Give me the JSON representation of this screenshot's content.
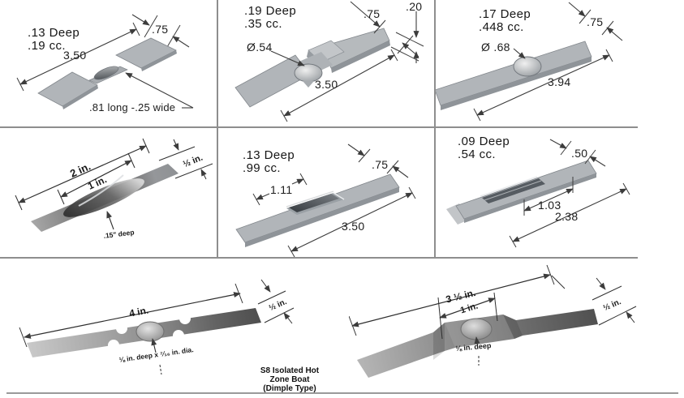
{
  "colors": {
    "grid": "#8e8e8e",
    "dim_line": "#3c3c3c",
    "metal_top": "#b1b5b9",
    "metal_side": "#8f9499",
    "text": "#1c1c1c"
  },
  "panels": {
    "p1": {
      "spec_line1": ".13 Deep",
      "spec_line2": ".19 cc.",
      "dim_length": "3.50",
      "dim_width": ".75",
      "note": ".81 long -.25 wide"
    },
    "p2": {
      "spec_line1": ".19 Deep",
      "spec_line2": ".35 cc.",
      "dim_diameter": "Ø.54",
      "dim_width": ".75",
      "dim_thickness": ".20",
      "dim_length": "3.50"
    },
    "p3": {
      "spec_line1": ".17 Deep",
      "spec_line2": ".448 cc.",
      "dim_diameter": "Ø .68",
      "dim_width": ".75",
      "dim_length": "3.94"
    },
    "p4": {
      "dim_outer": "2 in.",
      "dim_inner": "1 in.",
      "dim_width": "½ in.",
      "dim_depth": ".15\" deep"
    },
    "p5": {
      "spec_line1": ".13 Deep",
      "spec_line2": ".99 cc.",
      "dim_cavity": "1.11",
      "dim_width": ".75",
      "dim_length": "3.50"
    },
    "p6": {
      "spec_line1": ".09 Deep",
      "spec_line2": ".54 cc.",
      "dim_cavity": "1.03",
      "dim_width": ".50",
      "dim_length": "2.38"
    },
    "p7": {
      "dim_length": "4 in.",
      "dim_width": "½ in.",
      "dim_dimple": "⅛ in. deep x ⁷⁄₁₆ in. dia.",
      "caption_line1": "S8 Isolated Hot",
      "caption_line2": "Zone Boat",
      "caption_line3": "(Dimple Type)"
    },
    "p8": {
      "dim_length": "3 ½ in.",
      "dim_inner": "1 in.",
      "dim_width": "½ in.",
      "dim_depth": "⅛ in. deep"
    }
  }
}
